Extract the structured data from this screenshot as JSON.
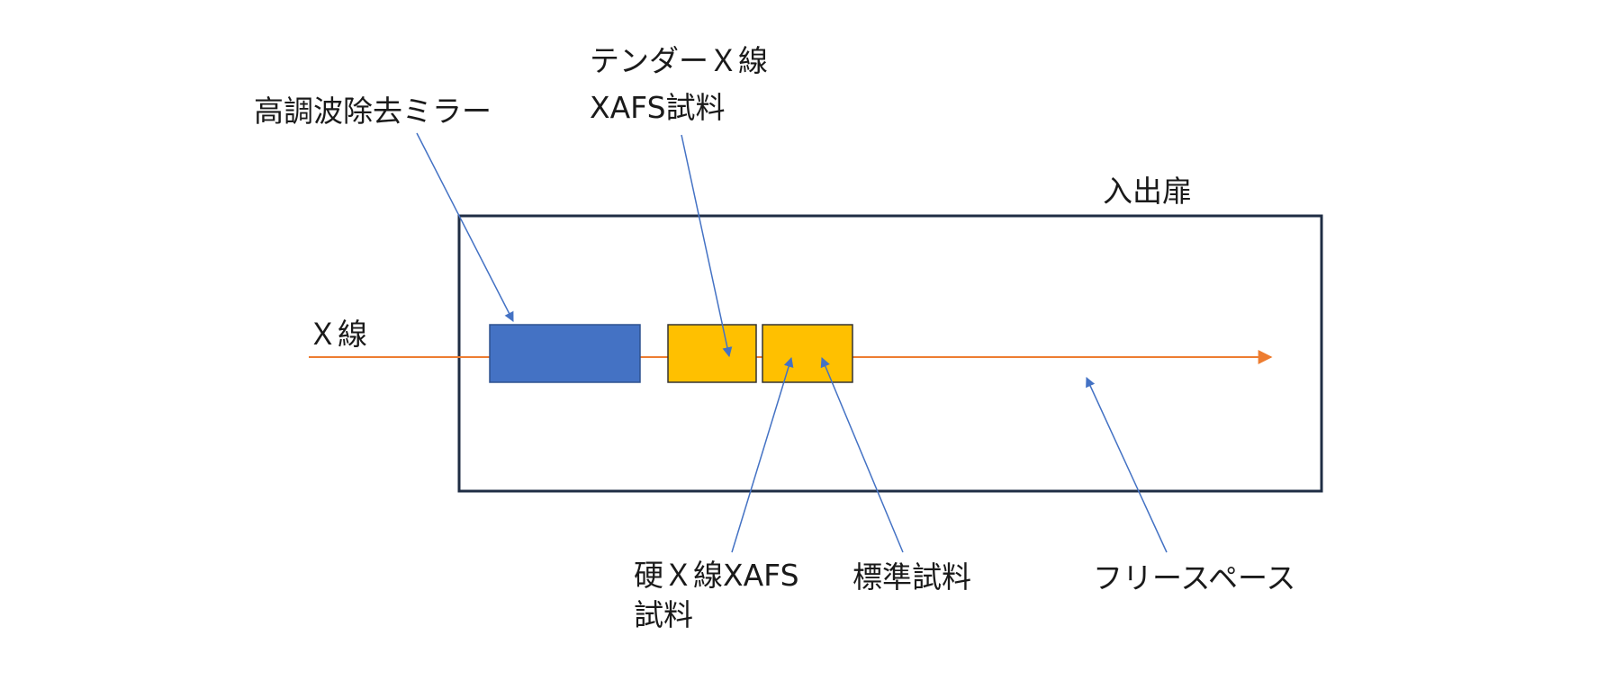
{
  "labels": {
    "harmonic_mirror": "高調波除去ミラー",
    "tender_line1": "テンダーＸ線",
    "tender_line2": "XAFS試料",
    "door": "入出扉",
    "xray": "Ｘ線",
    "hard_line1": "硬Ｘ線XAFS",
    "hard_line2": "試料",
    "standard": "標準試料",
    "free_space": "フリースペース"
  },
  "colors": {
    "enclosure_border": "#1f2d44",
    "mirror_fill": "#4472c4",
    "mirror_border": "#2f528f",
    "sample_fill": "#ffc000",
    "sample_border": "#333333",
    "beam": "#ed7d31",
    "pointer": "#4472c4"
  }
}
